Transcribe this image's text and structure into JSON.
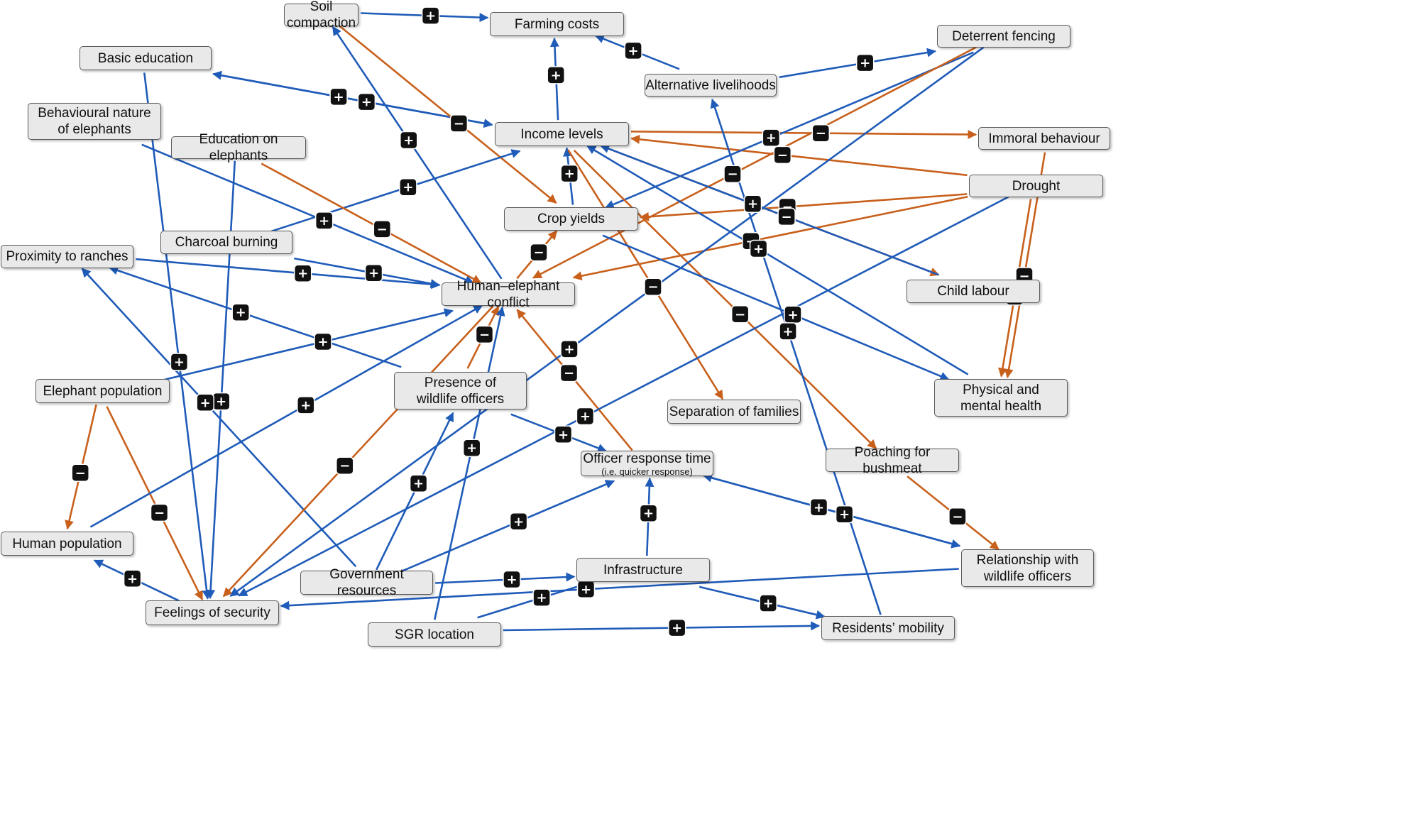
{
  "colors": {
    "positive": "#1f5bb8",
    "negative": "#c8601c",
    "node_fill": "#e9e9e9",
    "node_border": "#5a5a5a",
    "badge": "#111111"
  },
  "nodes": [
    {
      "id": "soil",
      "lines": [
        "Soil compaction"
      ]
    },
    {
      "id": "farmcost",
      "lines": [
        "Farming costs"
      ]
    },
    {
      "id": "fencing",
      "lines": [
        "Deterrent fencing"
      ]
    },
    {
      "id": "basicedu",
      "lines": [
        "Basic education"
      ]
    },
    {
      "id": "altliv",
      "lines": [
        "Alternative livelihoods"
      ]
    },
    {
      "id": "behav",
      "lines": [
        "Behavioural nature",
        "of elephants"
      ]
    },
    {
      "id": "eduele",
      "lines": [
        "Education on elephants"
      ]
    },
    {
      "id": "income",
      "lines": [
        "Income levels"
      ]
    },
    {
      "id": "immoral",
      "lines": [
        "Immoral behaviour"
      ]
    },
    {
      "id": "drought",
      "lines": [
        "Drought"
      ]
    },
    {
      "id": "crop",
      "lines": [
        "Crop yields"
      ]
    },
    {
      "id": "charcoal",
      "lines": [
        "Charcoal burning"
      ]
    },
    {
      "id": "proximity",
      "lines": [
        "Proximity to ranches"
      ]
    },
    {
      "id": "hec",
      "lines": [
        "Human–elephant conflict"
      ]
    },
    {
      "id": "child",
      "lines": [
        "Child labour"
      ]
    },
    {
      "id": "elepop",
      "lines": [
        "Elephant population"
      ]
    },
    {
      "id": "presence",
      "lines": [
        "Presence of",
        "wildlife officers"
      ]
    },
    {
      "id": "health",
      "lines": [
        "Physical and",
        "mental health"
      ]
    },
    {
      "id": "separation",
      "lines": [
        "Separation of families"
      ]
    },
    {
      "id": "response",
      "lines": [
        "Officer response time"
      ],
      "sub": "(i.e. quicker response)"
    },
    {
      "id": "poaching",
      "lines": [
        "Poaching for bushmeat"
      ]
    },
    {
      "id": "humanpop",
      "lines": [
        "Human population"
      ]
    },
    {
      "id": "govres",
      "lines": [
        "Government resources"
      ]
    },
    {
      "id": "infra",
      "lines": [
        "Infrastructure"
      ]
    },
    {
      "id": "relation",
      "lines": [
        "Relationship with",
        "wildlife officers"
      ]
    },
    {
      "id": "security",
      "lines": [
        "Feelings of security"
      ]
    },
    {
      "id": "sgr",
      "lines": [
        "SGR location"
      ]
    },
    {
      "id": "mobility",
      "lines": [
        "Residents’ mobility"
      ]
    }
  ],
  "edges": [
    {
      "from": "soil",
      "to": "farmcost",
      "sign": "+"
    },
    {
      "from": "altliv",
      "to": "farmcost",
      "sign": "+"
    },
    {
      "from": "altliv",
      "to": "fencing",
      "sign": "+"
    },
    {
      "from": "income",
      "to": "farmcost",
      "sign": "+"
    },
    {
      "from": "income",
      "to": "basicedu",
      "sign": "+"
    },
    {
      "from": "basicedu",
      "to": "income",
      "sign": "+"
    },
    {
      "from": "soil",
      "to": "crop",
      "sign": "−"
    },
    {
      "from": "hec",
      "to": "soil",
      "sign": "+"
    },
    {
      "from": "crop",
      "to": "income",
      "sign": "+"
    },
    {
      "from": "charcoal",
      "to": "income",
      "sign": "+"
    },
    {
      "from": "income",
      "to": "immoral",
      "sign": "−"
    },
    {
      "from": "drought",
      "to": "income",
      "sign": "−"
    },
    {
      "from": "drought",
      "to": "crop",
      "sign": "−"
    },
    {
      "from": "fencing",
      "to": "crop",
      "sign": "+"
    },
    {
      "from": "fencing",
      "to": "hec",
      "sign": "−"
    },
    {
      "from": "drought",
      "to": "hec",
      "sign": "−"
    },
    {
      "from": "drought",
      "to": "health",
      "sign": "−"
    },
    {
      "from": "immoral",
      "to": "health",
      "sign": "−"
    },
    {
      "from": "income",
      "to": "child",
      "sign": "−"
    },
    {
      "from": "income",
      "to": "separation",
      "sign": "−"
    },
    {
      "from": "income",
      "to": "poaching",
      "sign": "−"
    },
    {
      "from": "crop",
      "to": "health",
      "sign": "+"
    },
    {
      "from": "behav",
      "to": "hec",
      "sign": "+"
    },
    {
      "from": "eduele",
      "to": "hec",
      "sign": "−"
    },
    {
      "from": "charcoal",
      "to": "hec",
      "sign": "+"
    },
    {
      "from": "proximity",
      "to": "hec",
      "sign": "+"
    },
    {
      "from": "hec",
      "to": "crop",
      "sign": "−"
    },
    {
      "from": "elepop",
      "to": "hec",
      "sign": "+"
    },
    {
      "from": "presence",
      "to": "proximity",
      "sign": "+"
    },
    {
      "from": "presence",
      "to": "hec",
      "sign": "−"
    },
    {
      "from": "response",
      "to": "hec",
      "sign": "−"
    },
    {
      "from": "presence",
      "to": "response",
      "sign": "+"
    },
    {
      "from": "elepop",
      "to": "humanpop",
      "sign": "−"
    },
    {
      "from": "elepop",
      "to": "security",
      "sign": "−"
    },
    {
      "from": "basicedu",
      "to": "security",
      "sign": "+"
    },
    {
      "from": "eduele",
      "to": "security",
      "sign": "+"
    },
    {
      "from": "humanpop",
      "to": "hec",
      "sign": "+"
    },
    {
      "from": "security",
      "to": "humanpop",
      "sign": "+"
    },
    {
      "from": "govres",
      "to": "proximity",
      "sign": "+"
    },
    {
      "from": "govres",
      "to": "presence",
      "sign": "+"
    },
    {
      "from": "govres",
      "to": "response",
      "sign": "+"
    },
    {
      "from": "govres",
      "to": "infra",
      "sign": "+"
    },
    {
      "from": "sgr",
      "to": "hec",
      "sign": "+"
    },
    {
      "from": "sgr",
      "to": "infra",
      "sign": "+"
    },
    {
      "from": "sgr",
      "to": "mobility",
      "sign": "+"
    },
    {
      "from": "infra",
      "to": "response",
      "sign": "+"
    },
    {
      "from": "infra",
      "to": "mobility",
      "sign": "+"
    },
    {
      "from": "response",
      "to": "relation",
      "sign": "+"
    },
    {
      "from": "relation",
      "to": "response",
      "sign": "+"
    },
    {
      "from": "relation",
      "to": "security",
      "sign": "+"
    },
    {
      "from": "hec",
      "to": "security",
      "sign": "−"
    },
    {
      "from": "fencing",
      "to": "security",
      "sign": "+"
    },
    {
      "from": "mobility",
      "to": "altliv",
      "sign": "+"
    },
    {
      "from": "poaching",
      "to": "relation",
      "sign": "−"
    },
    {
      "from": "health",
      "to": "income",
      "sign": "+"
    },
    {
      "from": "child",
      "to": "income",
      "sign": "+"
    },
    {
      "from": "drought",
      "to": "security",
      "sign": "+"
    }
  ]
}
